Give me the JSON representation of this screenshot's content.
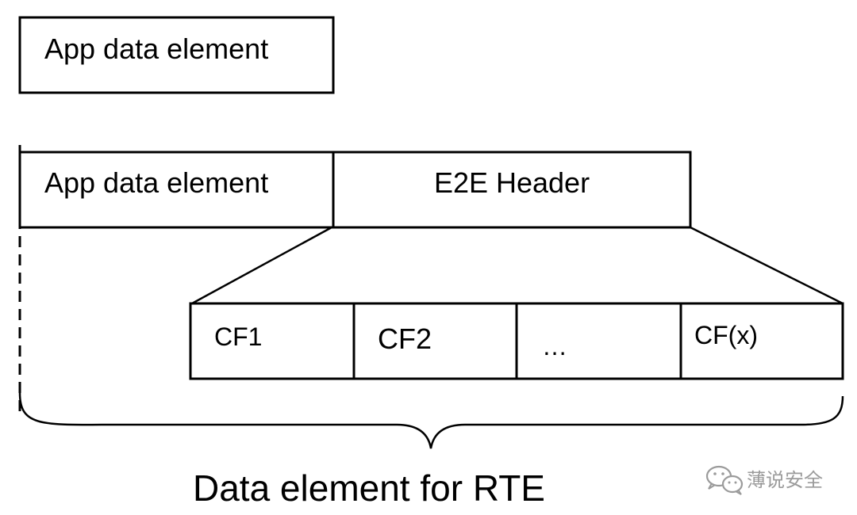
{
  "top_box": {
    "label": "App data element"
  },
  "data_row": {
    "app_label": "App data element",
    "header_label": "E2E Header"
  },
  "cf_fields": [
    "CF1",
    "CF2",
    "…",
    "CF(x)"
  ],
  "bottom_label": "Data element for RTE",
  "watermark": {
    "text": "薄说安全",
    "icon": "wechat-icon"
  },
  "colors": {
    "stroke": "#000000",
    "background": "#ffffff",
    "watermark": "#8a8a8a"
  }
}
